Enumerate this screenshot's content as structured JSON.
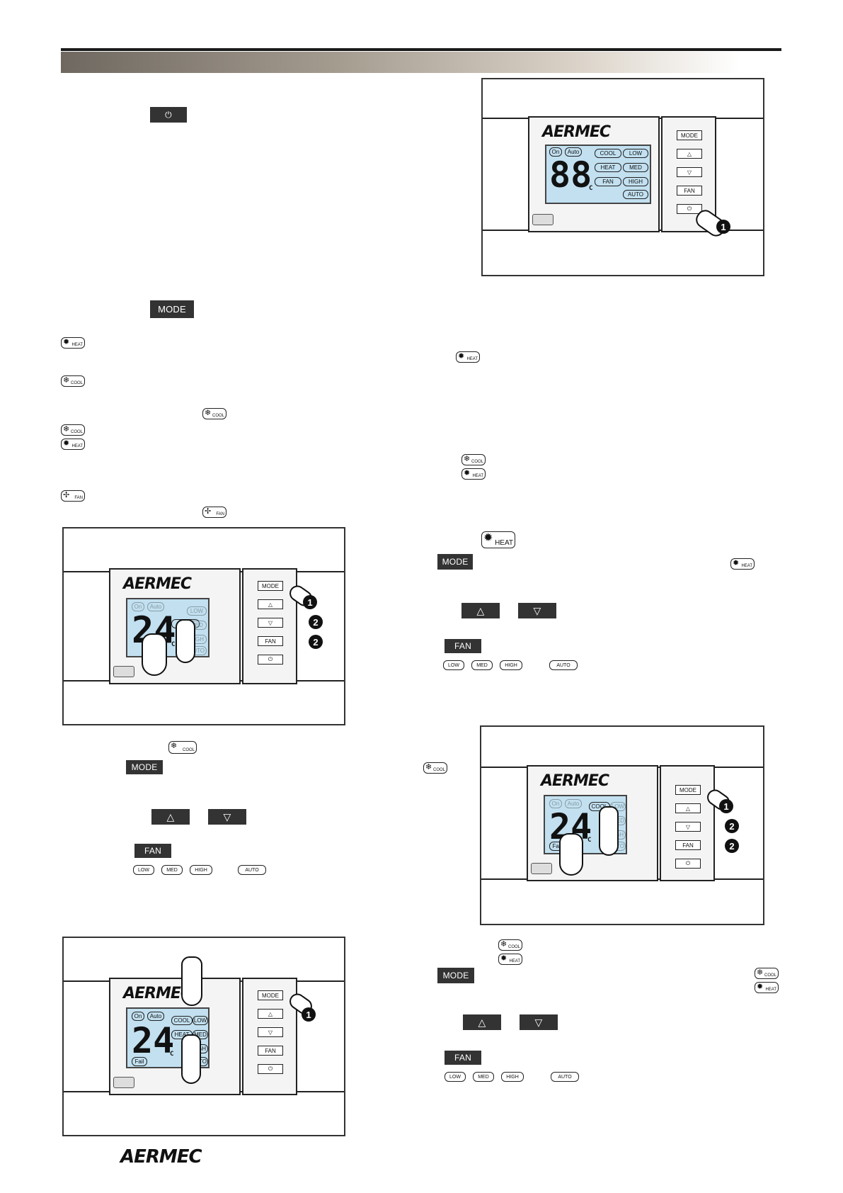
{
  "header": {
    "accent": "#1a1a1a"
  },
  "labels": {
    "mode": "MODE",
    "fan": "FAN",
    "up": "△",
    "down": "▽",
    "power": "⏻",
    "heat": "HEAT",
    "cool": "COOL",
    "fan_mode": "FAN",
    "low": "LOW",
    "med": "MED",
    "high": "HIGH",
    "auto": "AUTO",
    "on": "On",
    "auto_tag": "Auto",
    "fail": "Fail",
    "celsius": "C",
    "one": "1",
    "two": "2"
  },
  "brand": "AERMEC",
  "displays": {
    "fig_power": "88",
    "fig_heat": "24",
    "fig_cool": "24",
    "fig_auto": "24"
  }
}
